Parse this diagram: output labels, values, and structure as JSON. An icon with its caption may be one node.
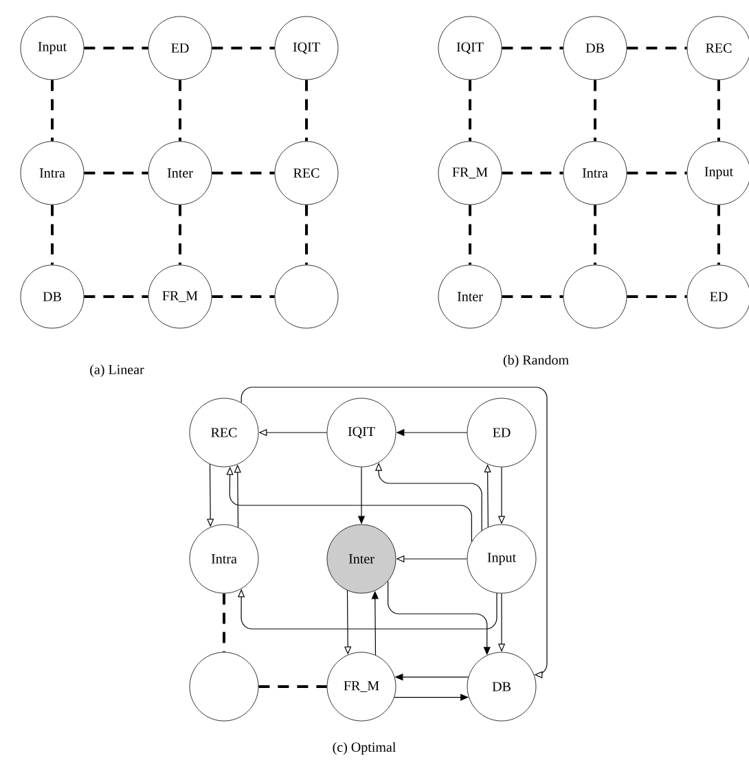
{
  "diagram": {
    "nodes": [
      {
        "text": [
          "Input"
        ]
      },
      {
        "text": [
          "ED"
        ]
      },
      {
        "text": [
          "IQIT"
        ]
      },
      {
        "text": [
          "Intra"
        ]
      },
      {
        "text": [
          "Inter"
        ]
      },
      {
        "text": [
          "REC"
        ]
      },
      {
        "text": [
          "DB"
        ]
      },
      {
        "text": [
          "FR_M"
        ]
      },
      {
        "text": [],
        "shape": "circle"
      },
      {
        "text": [
          "IQIT"
        ]
      },
      {
        "text": [
          "DB"
        ]
      },
      {
        "text": [
          "REC"
        ]
      },
      {
        "text": [
          "FR_M"
        ]
      },
      {
        "text": [
          "Intra"
        ]
      },
      {
        "text": [
          "Input"
        ]
      },
      {
        "text": [
          "Inter"
        ]
      },
      {
        "text": [],
        "shape": "circle"
      },
      {
        "text": [
          "ED"
        ]
      },
      {
        "text": [
          "REC"
        ]
      },
      {
        "text": [
          "IQIT"
        ]
      },
      {
        "text": [
          "ED"
        ]
      },
      {
        "text": [
          "Intra"
        ]
      },
      {
        "text": [
          "Inter"
        ]
      },
      {
        "text": [
          "Input"
        ]
      },
      {
        "text": [],
        "shape": "circle"
      },
      {
        "text": [
          "FR_M"
        ]
      },
      {
        "text": [
          "DB"
        ]
      }
    ],
    "edges": [
      {
        "from": 0,
        "to": 1,
        "arrow": "none",
        "style": "dashed"
      },
      {
        "from": 1,
        "to": 2,
        "arrow": "none",
        "style": "dashed"
      },
      {
        "from": 0,
        "to": 3,
        "arrow": "none",
        "style": "dashed"
      },
      {
        "from": 1,
        "to": 4,
        "arrow": "none",
        "style": "dashed"
      },
      {
        "from": 2,
        "to": 5,
        "arrow": "none",
        "style": "dashed"
      },
      {
        "from": 3,
        "to": 4,
        "arrow": "none",
        "style": "dashed"
      },
      {
        "from": 4,
        "to": 5,
        "arrow": "none",
        "style": "dashed"
      },
      {
        "from": 3,
        "to": 6,
        "arrow": "none",
        "style": "dashed"
      },
      {
        "from": 4,
        "to": 7,
        "arrow": "none",
        "style": "dashed"
      },
      {
        "from": 5,
        "to": 8,
        "arrow": "none",
        "style": "dashed"
      },
      {
        "from": 6,
        "to": 7,
        "arrow": "none",
        "style": "dashed"
      },
      {
        "from": 7,
        "to": 8,
        "arrow": "none",
        "style": "dashed"
      },
      {
        "from": 9,
        "to": 10,
        "arrow": "none",
        "style": "dashed"
      },
      {
        "from": 10,
        "to": 11,
        "arrow": "none",
        "style": "dashed"
      },
      {
        "from": 9,
        "to": 12,
        "arrow": "none",
        "style": "dashed"
      },
      {
        "from": 10,
        "to": 13,
        "arrow": "none",
        "style": "dashed"
      },
      {
        "from": 11,
        "to": 14,
        "arrow": "none",
        "style": "dashed"
      },
      {
        "from": 12,
        "to": 13,
        "arrow": "none",
        "style": "dashed"
      },
      {
        "from": 13,
        "to": 14,
        "arrow": "none",
        "style": "dashed"
      },
      {
        "from": 12,
        "to": 15,
        "arrow": "none",
        "style": "dashed"
      },
      {
        "from": 13,
        "to": 16,
        "arrow": "none",
        "style": "dashed"
      },
      {
        "from": 14,
        "to": 17,
        "arrow": "none",
        "style": "dashed"
      },
      {
        "from": 15,
        "to": 16,
        "arrow": "none",
        "style": "dashed"
      },
      {
        "from": 16,
        "to": 17,
        "arrow": "none",
        "style": "dashed"
      },
      {
        "from": 19,
        "to": 18,
        "arrow": "to"
      },
      {
        "from": 20,
        "to": 19,
        "arrow": "to"
      },
      {
        "from": 18,
        "to": 21,
        "arrow": "to"
      },
      {
        "from": 21,
        "to": 18,
        "arrow": "to"
      },
      {
        "from": 23,
        "to": 18,
        "arrow": "to"
      },
      {
        "from": 23,
        "to": 22,
        "arrow": "to"
      },
      {
        "from": 23,
        "to": 21,
        "arrow": "to"
      },
      {
        "from": 23,
        "to": 19,
        "arrow": "to"
      },
      {
        "from": 19,
        "to": 22,
        "arrow": "to"
      },
      {
        "from": 22,
        "to": 26,
        "arrow": "to"
      },
      {
        "from": 20,
        "to": 23,
        "arrow": "to"
      },
      {
        "from": 23,
        "to": 20,
        "arrow": "to"
      },
      {
        "from": 23,
        "to": 26,
        "arrow": "to"
      },
      {
        "from": 18,
        "to": 26,
        "arrow": "to"
      },
      {
        "from": 22,
        "to": 25,
        "arrow": "to"
      },
      {
        "from": 25,
        "to": 22,
        "arrow": "to"
      },
      {
        "from": 26,
        "to": 25,
        "arrow": "to"
      },
      {
        "from": 25,
        "to": 26,
        "arrow": "to"
      },
      {
        "from": 21,
        "to": 24,
        "arrow": "none",
        "style": "dashed"
      },
      {
        "from": 24,
        "to": 25,
        "arrow": "none",
        "style": "dashed"
      }
    ],
    "labels": [
      "(a) Linear",
      "(b) Random",
      "(c) Optimal"
    ]
  }
}
